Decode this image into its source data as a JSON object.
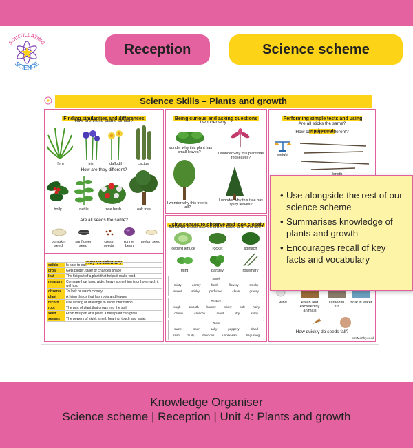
{
  "logo": {
    "text_top": "SCINTILLATING",
    "text_bottom": "SCIENCE"
  },
  "header": {
    "reception": "Reception",
    "scheme": "Science scheme"
  },
  "sheet": {
    "title": "Science Skills – Plants and growth",
    "panel1": {
      "heading": "Finding similarities and differences",
      "q1": "How are these plants similar?",
      "row1": [
        "fern",
        "iris",
        "daffodil",
        "cactus"
      ],
      "q2": "How are they different?",
      "row2": [
        "holly",
        "nettle",
        "rose bush",
        "oak tree"
      ],
      "q3": "Are all seeds the same?",
      "seeds": [
        "pumpkin seed",
        "sunflower seed",
        "cress seeds",
        "runner bean",
        "melon seed"
      ]
    },
    "panel2": {
      "heading": "Being curious and asking questions",
      "q1": "I wonder why...?",
      "w1": "I wonder why this plant has small leaves?",
      "w2": "I wonder why this plant has red leaves?",
      "w3": "I wonder why this tree is tall?",
      "w4": "I wonder why this tree has spiky leaves?"
    },
    "panel3": {
      "heading": "Performing simple tests and using equipment",
      "q1": "Are all sticks the same?",
      "q2": "How can they be different?",
      "weight": "weight",
      "length": "length",
      "dispersal": [
        "wind",
        "eaten and excreted by animals",
        "carried in fur",
        "float in water"
      ],
      "q3": "How quickly do seeds fall?",
      "footer": "MrsMorthy.co.uk"
    },
    "panel4": {
      "heading": "Using senses to observe and look closely",
      "q1": "What do these leaves smell, taste and feel like?",
      "leaves": [
        "iceberg lettuce",
        "rocket",
        "spinach",
        "mint",
        "parsley",
        "rosemary"
      ],
      "smell_title": "Smell",
      "smell": [
        [
          "minty",
          "earthy",
          "fresh",
          "flowery",
          "smoky"
        ],
        [
          "sweet",
          "stinky",
          "perfumed",
          "clean",
          "grassy"
        ]
      ],
      "texture_title": "Texture",
      "texture": [
        [
          "rough",
          "smooth",
          "bumpy",
          "sticky",
          "soft",
          "hairy"
        ],
        [
          "chewy",
          "crunchy",
          "moist",
          "dry",
          "slimy"
        ]
      ],
      "taste_title": "Taste",
      "taste": [
        [
          "sweet",
          "sour",
          "salty",
          "peppery",
          "bland"
        ],
        [
          "fresh",
          "fruity",
          "delicious",
          "unpleasant",
          "disgusting"
        ]
      ]
    },
    "vocab": {
      "heading": "Key vocabulary",
      "rows": [
        [
          "edible",
          "Is safe to eat."
        ],
        [
          "grow",
          "Gets bigger, taller or changes shape"
        ],
        [
          "leaf",
          "The flat part of a plant that helps it make food."
        ],
        [
          "measure",
          "Compare how long, wide, heavy something is or how much it will hold"
        ],
        [
          "observe",
          "To look or watch closely"
        ],
        [
          "plant",
          "A living things that has roots and leaves."
        ],
        [
          "record",
          "Use writing or drawings to show information"
        ],
        [
          "root",
          "The part of plant that grows into the soil."
        ],
        [
          "seed",
          "From this part of a plant, a new plant can grow."
        ],
        [
          "senses",
          "The powers of sight, smell, hearing, touch and taste."
        ]
      ]
    }
  },
  "note": {
    "bullets": [
      "Use alongside the rest of our science scheme",
      "Summarises knowledge of plants and growth",
      "Encourages recall of key facts and vocabulary"
    ]
  },
  "footer": {
    "line1": "Knowledge Organiser",
    "line2": "Science scheme | Reception | Unit 4: Plants and growth"
  },
  "colors": {
    "pink": "#e562a0",
    "yellow": "#fcd316",
    "note": "#fdf4a8",
    "leaf_green": "#3f8f2c"
  }
}
